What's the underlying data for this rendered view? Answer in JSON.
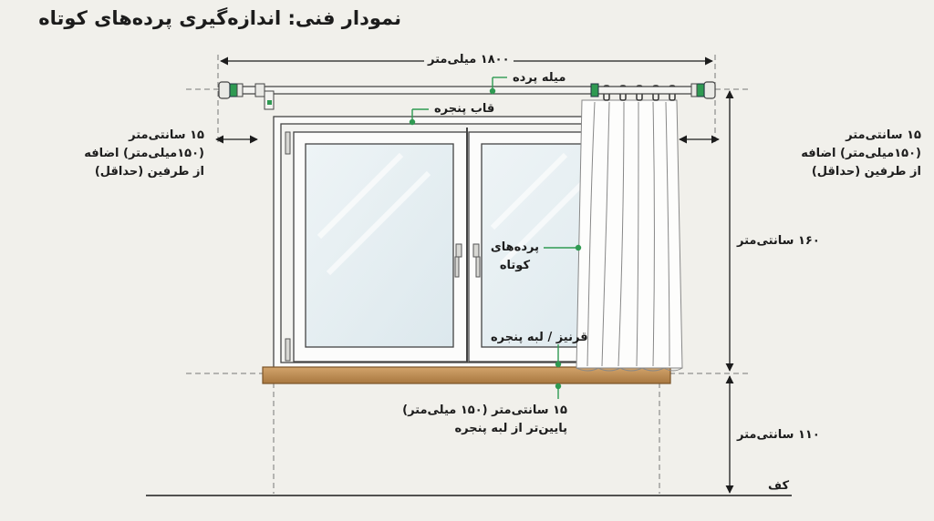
{
  "title": "نمودار فنی: اندازه‌گیری پرده‌های کوتاه",
  "labels": {
    "rod_width": "۱۸۰۰ میلی‌متر",
    "curtain_rod": "میله پرده",
    "window_frame": "قاب پنجره",
    "left_ext": [
      "۱۵ سانتی‌متر",
      "(۱۵۰میلی‌متر) اضافه",
      "از طرفین (حداقل)"
    ],
    "right_ext": [
      "۱۵ سانتی‌متر",
      "(۱۵۰میلی‌متر) اضافه",
      "از طرفین (حداقل)"
    ],
    "short_curtains": [
      "پرده‌های",
      "کوتاه"
    ],
    "sill": "قرنیز / لبه پنجره",
    "below_sill": [
      "۱۵ سانتی‌متر (۱۵۰ میلی‌متر)",
      "پایین‌تر از لبه پنجره"
    ],
    "height_upper": "۱۶۰ سانتی‌متر",
    "height_lower": "۱۱۰ سانتی‌متر",
    "floor": "کف"
  },
  "colors": {
    "background": "#f1f0eb",
    "line": "#1c1c1c",
    "accent_green": "#2f9a52",
    "sill_wood": "#b98a55",
    "glass": "#e3edf1",
    "frame": "#fbfbf9"
  }
}
